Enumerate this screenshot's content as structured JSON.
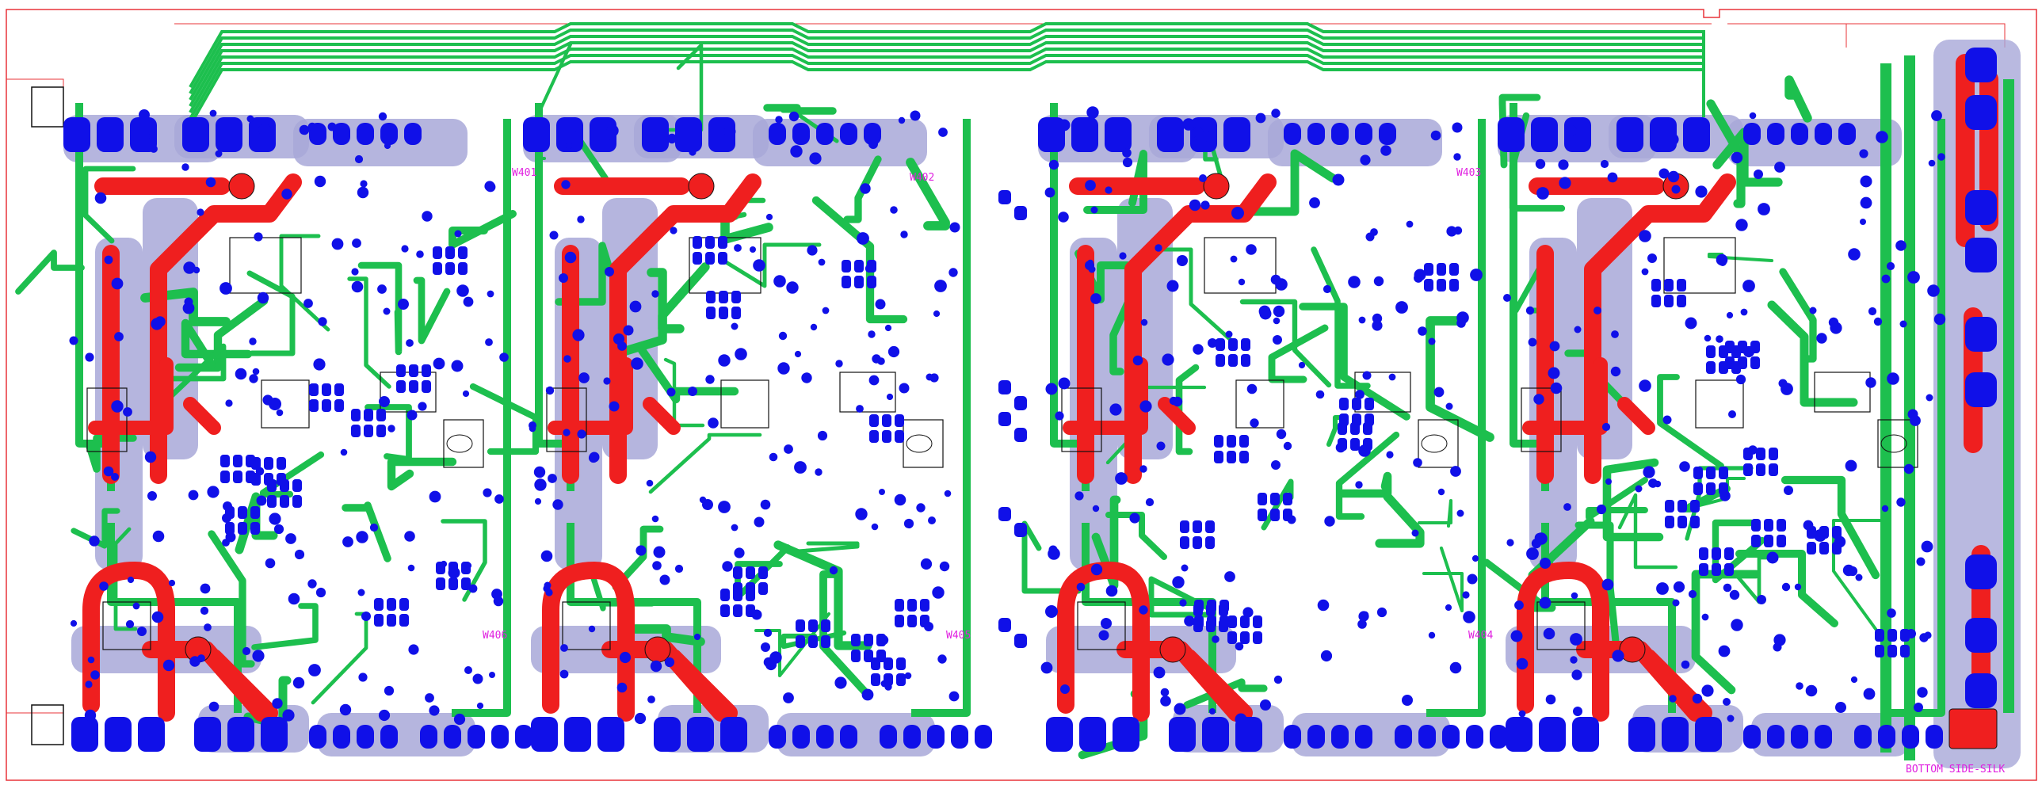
{
  "colors": {
    "outline": "#e8343a",
    "green_trace": "#1dbf4e",
    "red_trace": "#ef1f1f",
    "pad_blue": "#1010e8",
    "pad_shadow": "#a8a8d8",
    "magenta_text": "#e020e0",
    "black_silk": "#111111"
  },
  "labels": {
    "bottom_side": "BOTTOM SIDE-SILK",
    "w406": "W406",
    "w405": "W405",
    "w404": "W404",
    "w401": "W401",
    "w402": "W402",
    "w403": "W403"
  }
}
